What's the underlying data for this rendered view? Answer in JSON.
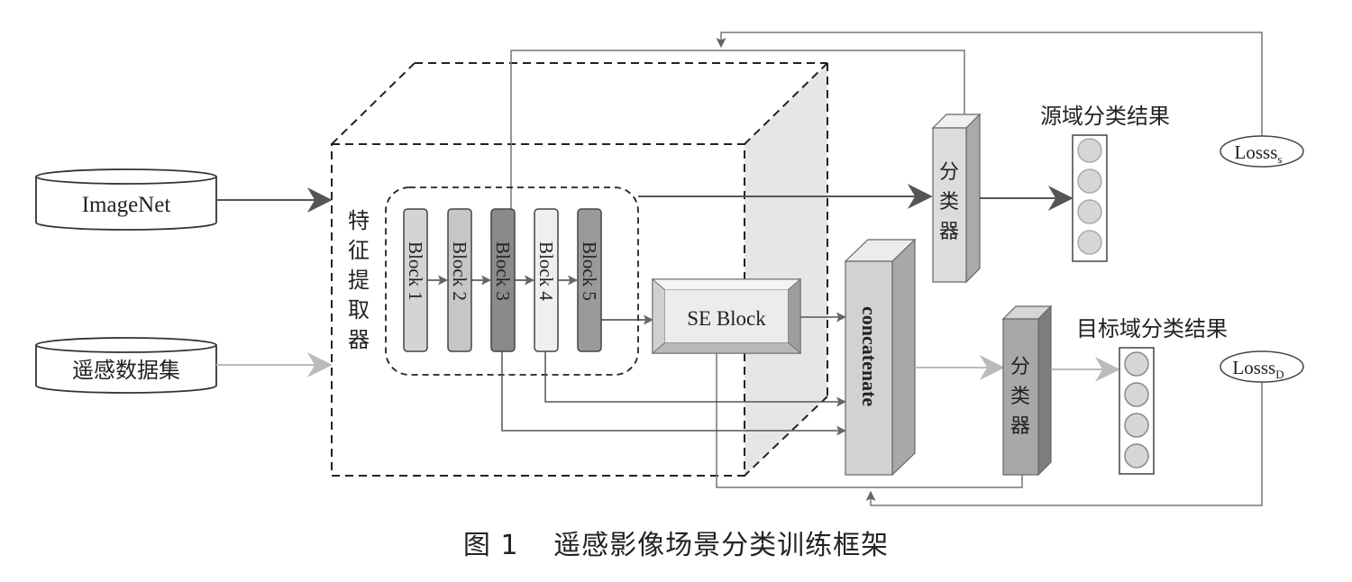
{
  "inputs": {
    "imagenet": "ImageNet",
    "remote": "遥感数据集"
  },
  "extractor_label": [
    "特",
    "征",
    "提",
    "取",
    "器"
  ],
  "blocks": [
    "Block 1",
    "Block 2",
    "Block 3",
    "Block 4",
    "Block 5"
  ],
  "se_block": "SE Block",
  "concatenate": "concatenate",
  "classifier_chars": [
    "分",
    "类",
    "器"
  ],
  "source_result": "源域分类结果",
  "target_result": "目标域分类结果",
  "loss_s": {
    "base": "Losss",
    "sub": "s"
  },
  "loss_d": {
    "base": "Losss",
    "sub": "D"
  },
  "caption": {
    "figure": "图 1",
    "title": "遥感影像场景分类训练框架"
  },
  "colors": {
    "dark_arrow": "#555555",
    "light_arrow": "#bbbbbb",
    "block_light": "#d4d4d4",
    "block_dark": "#8a8a8a",
    "block_white": "#efefef"
  }
}
